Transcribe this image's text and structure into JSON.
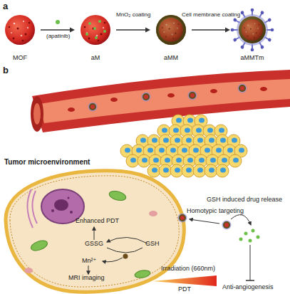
{
  "diagram": {
    "nodes": [
      {
        "text": [
          "MOF"
        ]
      },
      {
        "text": [
          "aM"
        ]
      },
      {
        "text": [
          "aMM"
        ]
      },
      {
        "text": [
          "aMMTm"
        ]
      }
    ],
    "edges": [
      {
        "from": 0,
        "to": 1,
        "arrow": "to",
        "label": "(apatinib)"
      },
      {
        "from": 1,
        "to": 2,
        "arrow": "to",
        "label": "MnO₂ coating"
      },
      {
        "from": 2,
        "to": 3,
        "arrow": "to",
        "label": "Cell membrane coating"
      }
    ],
    "labels": [
      "a",
      "b",
      "Tumor microenvironment",
      "Enhanced PDT",
      "GSSG",
      "GSH",
      "Mn²⁺",
      "MRI imaging",
      "Homotypic targeting",
      "GSH induced drug release",
      "Irradiation (660nm)",
      "PDT",
      "Anti-angiogenesis"
    ]
  }
}
